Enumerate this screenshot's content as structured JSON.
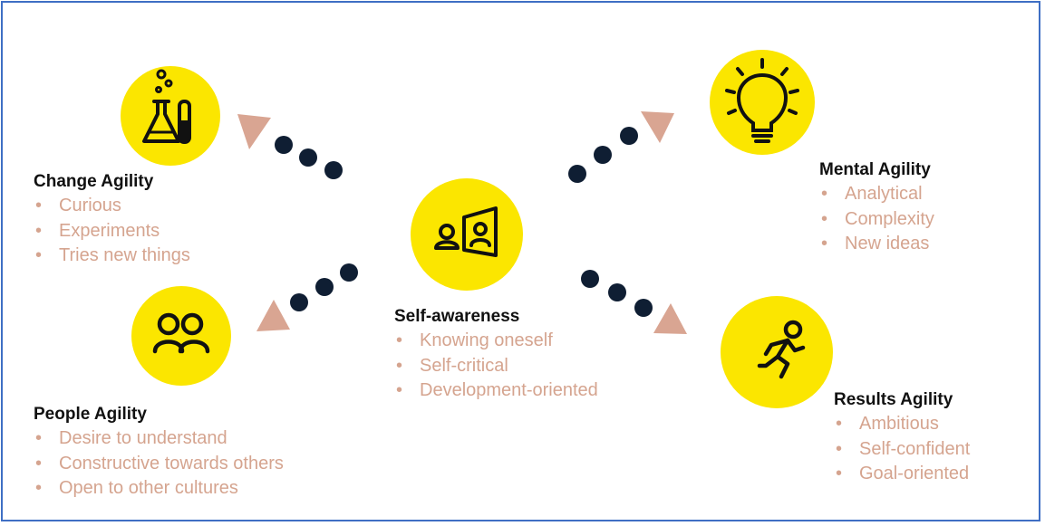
{
  "colors": {
    "circle": "#fbe600",
    "dot": "#0f1e33",
    "arrow": "#d9a592",
    "bullet_text": "#d5a48f",
    "title_text": "#111111",
    "border": "#3f6fc4"
  },
  "change": {
    "icon": "lab-flask-icon",
    "title": "Change Agility",
    "items": [
      "Curious",
      "Experiments",
      "Tries new things"
    ]
  },
  "mental": {
    "icon": "lightbulb-icon",
    "title": "Mental Agility",
    "items": [
      "Analytical",
      "Complexity",
      "New ideas"
    ]
  },
  "self": {
    "icon": "mirror-person-icon",
    "title": "Self-awareness",
    "items": [
      "Knowing oneself",
      "Self-critical",
      "Development-oriented"
    ]
  },
  "people": {
    "icon": "people-icon",
    "title": "People Agility",
    "items": [
      "Desire to understand",
      "Constructive towards others",
      "Open to other cultures"
    ]
  },
  "results": {
    "icon": "runner-icon",
    "title": "Results Agility",
    "items": [
      "Ambitious",
      "Self-confident",
      "Goal-oriented"
    ]
  }
}
